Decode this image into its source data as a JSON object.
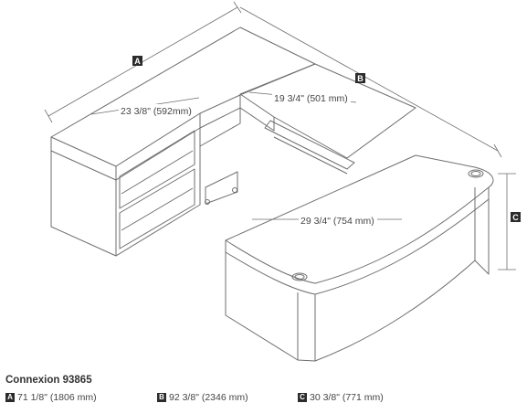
{
  "product_name": "Connexion 93865",
  "dimension_labels": {
    "a_depth": "23 3/8\" (592mm)",
    "b_depth": "19 3/4\" (501 mm)",
    "c_depth": "29 3/4\" (754 mm)"
  },
  "markers": {
    "a": "A",
    "b": "B",
    "c": "C"
  },
  "legend": [
    {
      "key": "A",
      "text": "71 1/8\" (1806 mm)"
    },
    {
      "key": "B",
      "text": "92 3/8\" (2346 mm)"
    },
    {
      "key": "C",
      "text": "30 3/8\" (771 mm)"
    }
  ],
  "colors": {
    "line": "#6e6e6e",
    "badge": "#2b2b2b"
  }
}
